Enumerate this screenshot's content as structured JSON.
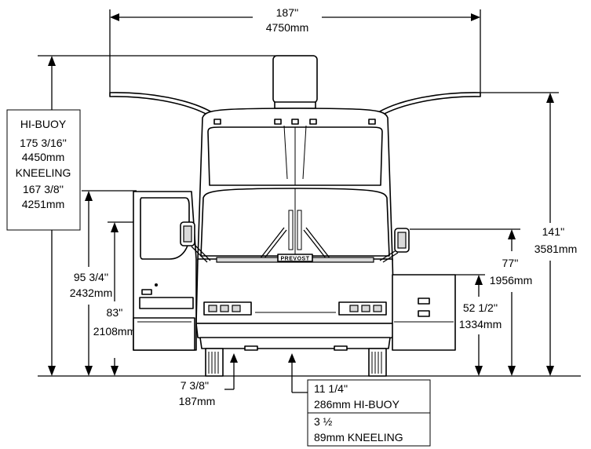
{
  "dimensions": {
    "width_overall": {
      "imperial": "187''",
      "metric": "4750mm"
    },
    "hibuoy_box": {
      "line1": "HI-BUOY",
      "line2": "175 3/16''",
      "line3": "4450mm",
      "line4": "KNEELING",
      "line5": "167 3/8''",
      "line6": "4251mm"
    },
    "door_height": {
      "imperial": "95 3/4''",
      "metric": "2432mm"
    },
    "door_opening": {
      "imperial": "83''",
      "metric": "2108mm"
    },
    "overall_height": {
      "imperial": "141''",
      "metric": "3581mm"
    },
    "mirror_height": {
      "imperial": "77''",
      "metric": "1956mm"
    },
    "compartment_height": {
      "imperial": "52 1/2''",
      "metric": "1334mm"
    },
    "bumper_clearance": {
      "imperial": "7 3/8''",
      "metric": "187mm"
    },
    "ground_clearance_box": {
      "line1": "11 1/4''",
      "line2": "286mm HI-BUOY",
      "line3": "3 ½",
      "line4": "89mm KNEELING"
    }
  },
  "badge": {
    "text": "PREVOST"
  }
}
